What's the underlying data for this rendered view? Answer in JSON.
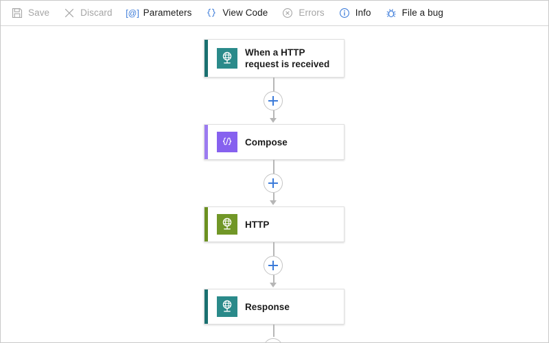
{
  "toolbar": {
    "items": [
      {
        "id": "save",
        "label": "Save",
        "icon": "save-icon",
        "disabled": true
      },
      {
        "id": "discard",
        "label": "Discard",
        "icon": "discard-x-icon",
        "disabled": true
      },
      {
        "id": "parameters",
        "label": "Parameters",
        "icon": "at-bracket-icon",
        "disabled": false
      },
      {
        "id": "viewcode",
        "label": "View Code",
        "icon": "curly-braces-icon",
        "disabled": false
      },
      {
        "id": "errors",
        "label": "Errors",
        "icon": "error-circle-icon",
        "disabled": true
      },
      {
        "id": "info",
        "label": "Info",
        "icon": "info-circle-icon",
        "disabled": false
      },
      {
        "id": "filebug",
        "label": "File a bug",
        "icon": "bug-icon",
        "disabled": false
      }
    ]
  },
  "colors": {
    "accent_blue": "#3a7ad9",
    "teal": "#2a8a8a",
    "teal_strip": "#1a7070",
    "purple": "#8661ef",
    "purple_strip": "#9b7bf0",
    "green": "#719727",
    "green_strip": "#6b9020",
    "disabled_text": "#a5a5a5",
    "connector_grey": "#b6b6b6"
  },
  "flow": {
    "steps": [
      {
        "id": "trigger",
        "title": "When a HTTP request is received",
        "icon": "http-globe-icon",
        "color": "teal"
      },
      {
        "id": "compose",
        "title": "Compose",
        "icon": "compose-icon",
        "color": "purple"
      },
      {
        "id": "http",
        "title": "HTTP",
        "icon": "http-globe-icon",
        "color": "green"
      },
      {
        "id": "response",
        "title": "Response",
        "icon": "http-globe-icon",
        "color": "teal"
      }
    ],
    "connectors": [
      {
        "id": "add-step-1",
        "label": "+",
        "terminal": false
      },
      {
        "id": "add-step-2",
        "label": "+",
        "terminal": false
      },
      {
        "id": "add-step-3",
        "label": "+",
        "terminal": false
      },
      {
        "id": "add-step-4",
        "label": "+",
        "terminal": true
      }
    ]
  }
}
